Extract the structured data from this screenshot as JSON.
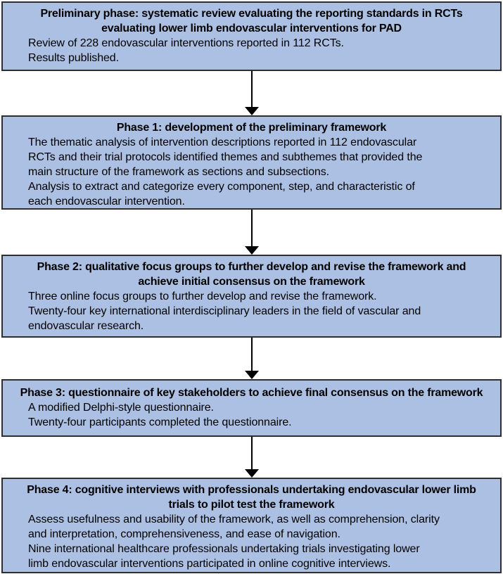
{
  "figure": {
    "type": "flowchart",
    "colors": {
      "box_fill": "#abc0e2",
      "box_border": "#2e2e2e",
      "arrow": "#000000",
      "text": "#000000"
    },
    "boxes": [
      {
        "id": "preliminary-phase",
        "title_lines": [
          "Preliminary phase: systematic review evaluating the reporting standards in RCTs",
          "evaluating lower limb endovascular interventions for PAD"
        ],
        "body_lines": [
          "Review of 228 endovascular interventions reported in 112 RCTs.",
          "Results published."
        ]
      },
      {
        "id": "phase-1",
        "title_lines": [
          "Phase 1: development of the preliminary framework"
        ],
        "body_lines": [
          "The thematic analysis of intervention descriptions reported in 112 endovascular",
          "RCTs and their trial protocols identified themes and subthemes that provided the",
          "main structure of the framework as sections and subsections.",
          "Analysis to extract and categorize every component, step, and characteristic of",
          "each endovascular intervention."
        ]
      },
      {
        "id": "phase-2",
        "title_lines": [
          "Phase 2: qualitative focus groups to further develop and revise the framework and",
          "achieve initial consensus on the framework"
        ],
        "body_lines": [
          "Three online focus groups to further develop and revise the framework.",
          "Twenty-four key international interdisciplinary leaders in the field of vascular and",
          "endovascular research."
        ]
      },
      {
        "id": "phase-3",
        "title_lines": [
          "Phase 3: questionnaire of key stakeholders to achieve final consensus on the framework"
        ],
        "body_lines": [
          "A modified Delphi-style questionnaire.",
          "Twenty-four participants completed the questionnaire."
        ]
      },
      {
        "id": "phase-4",
        "title_lines": [
          "Phase 4: cognitive interviews with professionals undertaking endovascular lower limb",
          "trials to pilot test the framework"
        ],
        "body_lines": [
          "Assess usefulness and usability of the framework, as well as comprehension, clarity",
          "and interpretation, comprehensiveness, and ease of navigation.",
          "Nine international healthcare professionals undertaking trials investigating lower",
          "limb endovascular interventions participated in online cognitive interviews."
        ]
      }
    ]
  }
}
